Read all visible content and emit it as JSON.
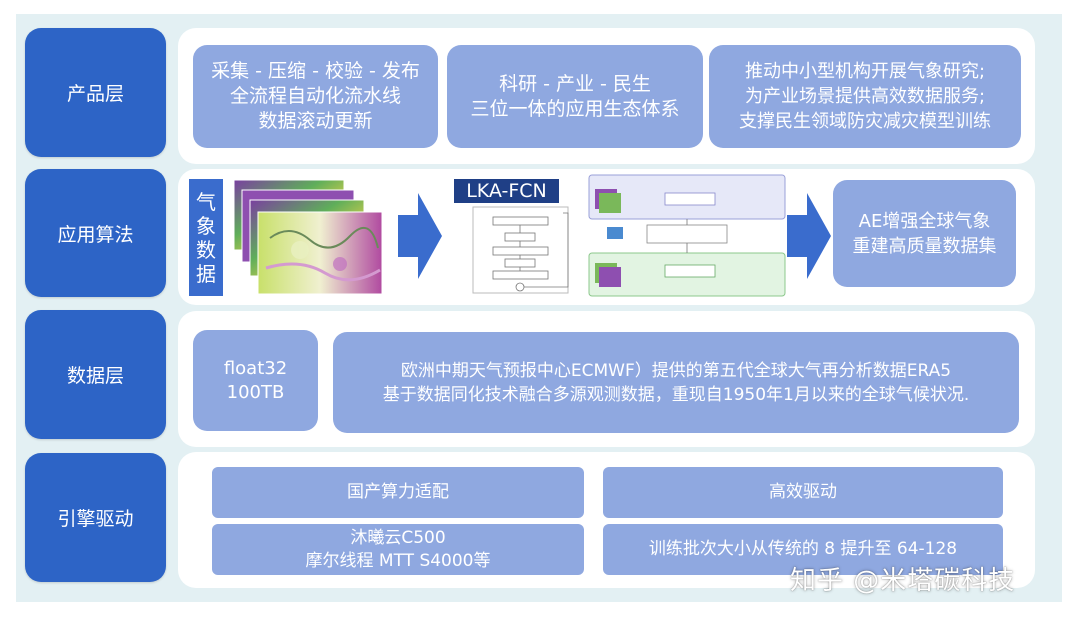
{
  "rows": [
    {
      "label": "产品层"
    },
    {
      "label": "应用算法"
    },
    {
      "label": "数据层"
    },
    {
      "label": "引擎驱动"
    }
  ],
  "product": {
    "box1": [
      "采集 - 压缩 - 校验 - 发布",
      "全流程自动化流水线",
      "数据滚动更新"
    ],
    "box2": [
      "科研 - 产业 - 民生",
      "三位一体的应用生态体系"
    ],
    "box3": [
      "推动中小型机构开展气象研究;",
      "为产业场景提供高效数据服务;",
      "支撑民生领域防灾减灾模型训练"
    ]
  },
  "algorithm": {
    "weather_tag": [
      "气",
      "象",
      "数",
      "据"
    ],
    "lka_title": "LKA-FCN",
    "result": [
      "AE增强全球气象",
      "重建高质量数据集"
    ]
  },
  "data_layer": {
    "format": [
      "float32",
      "100TB"
    ],
    "description": [
      "欧洲中期天气预报中心ECMWF）提供的第五代全球大气再分析数据ERA5",
      "基于数据同化技术融合多源观测数据，重现自1950年1月以来的全球气候状况."
    ]
  },
  "engine": {
    "left_header": "国产算力适配",
    "left_detail": [
      "沐曦云C500",
      "摩尔线程 MTT S4000等"
    ],
    "right_header": "高效驱动",
    "right_detail": "训练批次大小从传统的 8 提升至 64-128"
  },
  "watermark": "知乎 @米塔碳科技",
  "colors": {
    "label_blue": "#2d64c6",
    "box_blue": "#8fa8e0",
    "arrow_blue": "#3a6ccd",
    "background": "#e3f0f3"
  }
}
